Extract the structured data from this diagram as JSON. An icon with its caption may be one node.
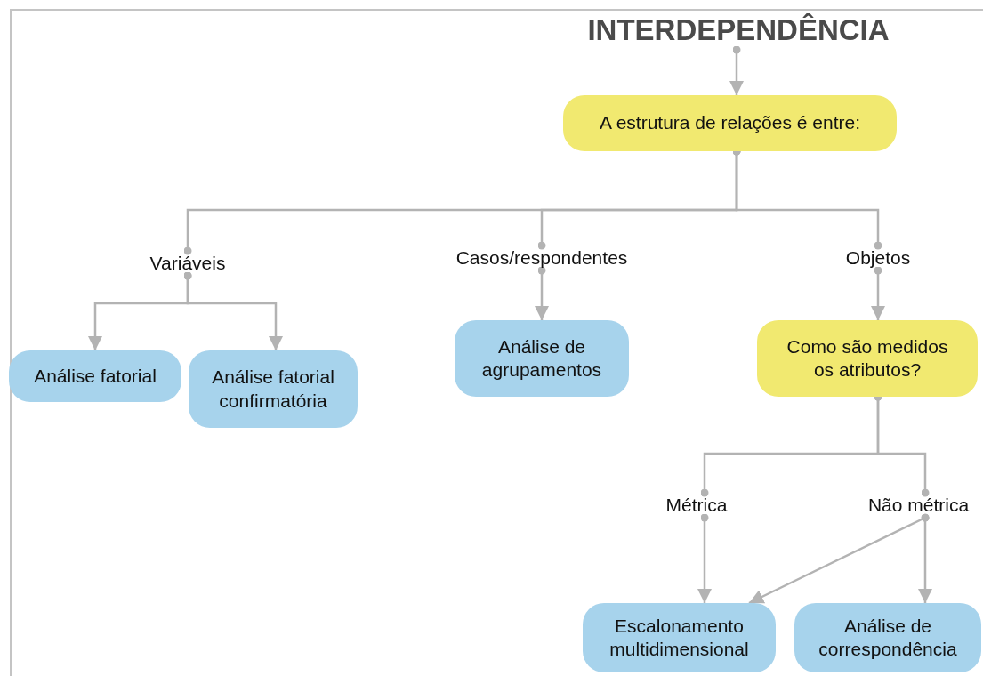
{
  "diagram": {
    "nodes": [
      {
        "text": [
          "INTERDEPENDÊNCIA"
        ]
      },
      {
        "text": [
          "A estrutura de relações é entre:"
        ]
      },
      {
        "text": [
          "Variáveis"
        ]
      },
      {
        "text": [
          "Casos/respondentes"
        ]
      },
      {
        "text": [
          "Objetos"
        ]
      },
      {
        "text": [
          "Análise fatorial"
        ]
      },
      {
        "text": [
          "Análise fatorial confirmatória"
        ]
      },
      {
        "text": [
          "Análise de agrupamentos"
        ]
      },
      {
        "text": [
          "Como são medidos os atributos?"
        ]
      },
      {
        "text": [
          "Métrica"
        ]
      },
      {
        "text": [
          "Não métrica"
        ]
      },
      {
        "text": [
          "Escalonamento multidimensional"
        ]
      },
      {
        "text": [
          "Análise de correspondência"
        ]
      }
    ],
    "edges": [
      {
        "from": 0,
        "to": 1,
        "arrow": "to"
      },
      {
        "from": 1,
        "to": 2,
        "arrow": "other"
      },
      {
        "from": 1,
        "to": 3,
        "arrow": "other"
      },
      {
        "from": 1,
        "to": 4,
        "arrow": "other"
      },
      {
        "from": 2,
        "to": 5,
        "arrow": "to"
      },
      {
        "from": 2,
        "to": 6,
        "arrow": "to"
      },
      {
        "from": 3,
        "to": 7,
        "arrow": "to"
      },
      {
        "from": 4,
        "to": 8,
        "arrow": "to"
      },
      {
        "from": 8,
        "to": 9,
        "arrow": "other"
      },
      {
        "from": 8,
        "to": 10,
        "arrow": "other"
      },
      {
        "from": 9,
        "to": 11,
        "arrow": "to"
      },
      {
        "from": 10,
        "to": 11,
        "arrow": "to"
      },
      {
        "from": 10,
        "to": 12,
        "arrow": "to"
      }
    ]
  }
}
